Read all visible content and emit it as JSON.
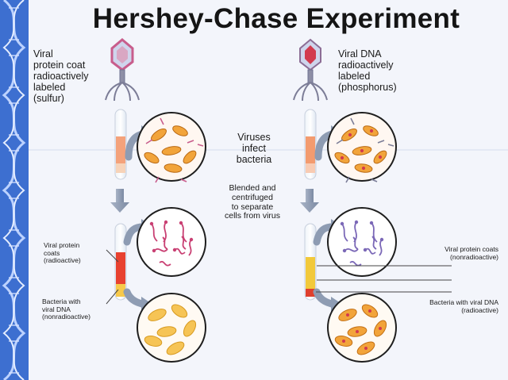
{
  "title": "Hershey-Chase Experiment",
  "left": {
    "label_lines": [
      "Viral",
      "protein coat",
      "radioactively",
      "labeled",
      "(sulfur)"
    ],
    "viral_protein_coats_lines": [
      "Viral protein",
      "coats",
      "(radioactive)"
    ],
    "bacteria_lines": [
      "Bacteria with",
      "viral DNA",
      "(nonradioactive)"
    ]
  },
  "right": {
    "label_lines": [
      "Viral DNA",
      "radioactively",
      "labeled",
      "(phosphorus)"
    ],
    "viral_protein_coats_lines": [
      "Viral protein coats",
      "(nonradioactive)"
    ],
    "bacteria_lines": [
      "Bacteria with viral DNA",
      "(radioactive)"
    ]
  },
  "middle": {
    "infect_lines": [
      "Viruses",
      "infect",
      "bacteria"
    ],
    "blended_lines": [
      "Blended and",
      "centrifuged",
      "to separate",
      "cells from virus"
    ]
  },
  "colors": {
    "background": "#f3f5fb",
    "dna_strip": "#3d6fd0",
    "phage_body": "#cfd5ec",
    "phage_head_left": "#c85d8c",
    "phage_head_right": "#d23a4e",
    "bacteria_orange": "#f2a43a",
    "bacteria_yellow": "#f6c455",
    "pellet_left": "#e8412f",
    "pellet_right": "#f2c93b",
    "purple_virus": "#7b68b7",
    "red_virus": "#c94073",
    "arrow_gray": "#8e9cb3",
    "label_text": "#1a1a1a"
  }
}
